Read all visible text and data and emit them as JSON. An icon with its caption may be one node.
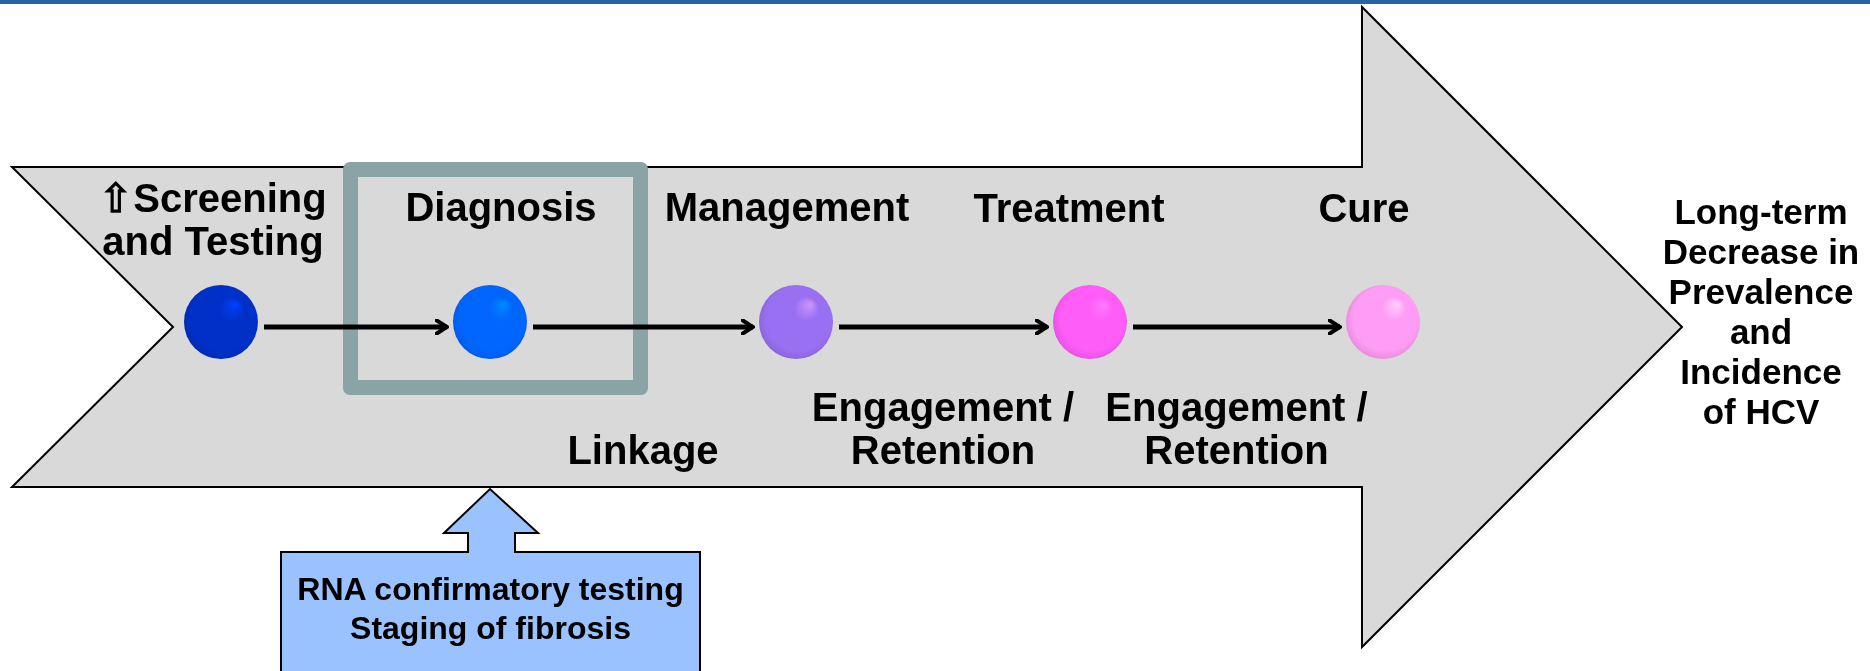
{
  "diagram": {
    "nodes": [
      {
        "text": [],
        "shape": "arrow"
      },
      {
        "text": [
          "⇧Screening and Testing"
        ],
        "in": 0
      },
      {
        "text": [],
        "shape": "box",
        "in": 0
      },
      {
        "text": [
          "Diagnosis"
        ],
        "in": 2
      },
      {
        "text": [
          "Management"
        ],
        "in": 0
      },
      {
        "text": [
          "Treatment"
        ],
        "in": 0
      },
      {
        "text": [
          "Cure"
        ],
        "in": 0
      },
      {
        "text": [
          "RNA confirmatory testing",
          "Staging of fibrosis"
        ]
      }
    ],
    "edges": [
      {
        "from": 1,
        "to": 3,
        "arrow": "to"
      },
      {
        "from": 3,
        "to": 4,
        "arrow": "to",
        "label": "Linkage"
      },
      {
        "from": 4,
        "to": 5,
        "arrow": "to",
        "label": "Engagement / Retention"
      },
      {
        "from": 5,
        "to": 6,
        "arrow": "to",
        "label": "Engagement / Retention"
      }
    ],
    "labels": [
      "Long-term Decrease in Prevalence and Incidence of HCV"
    ]
  }
}
